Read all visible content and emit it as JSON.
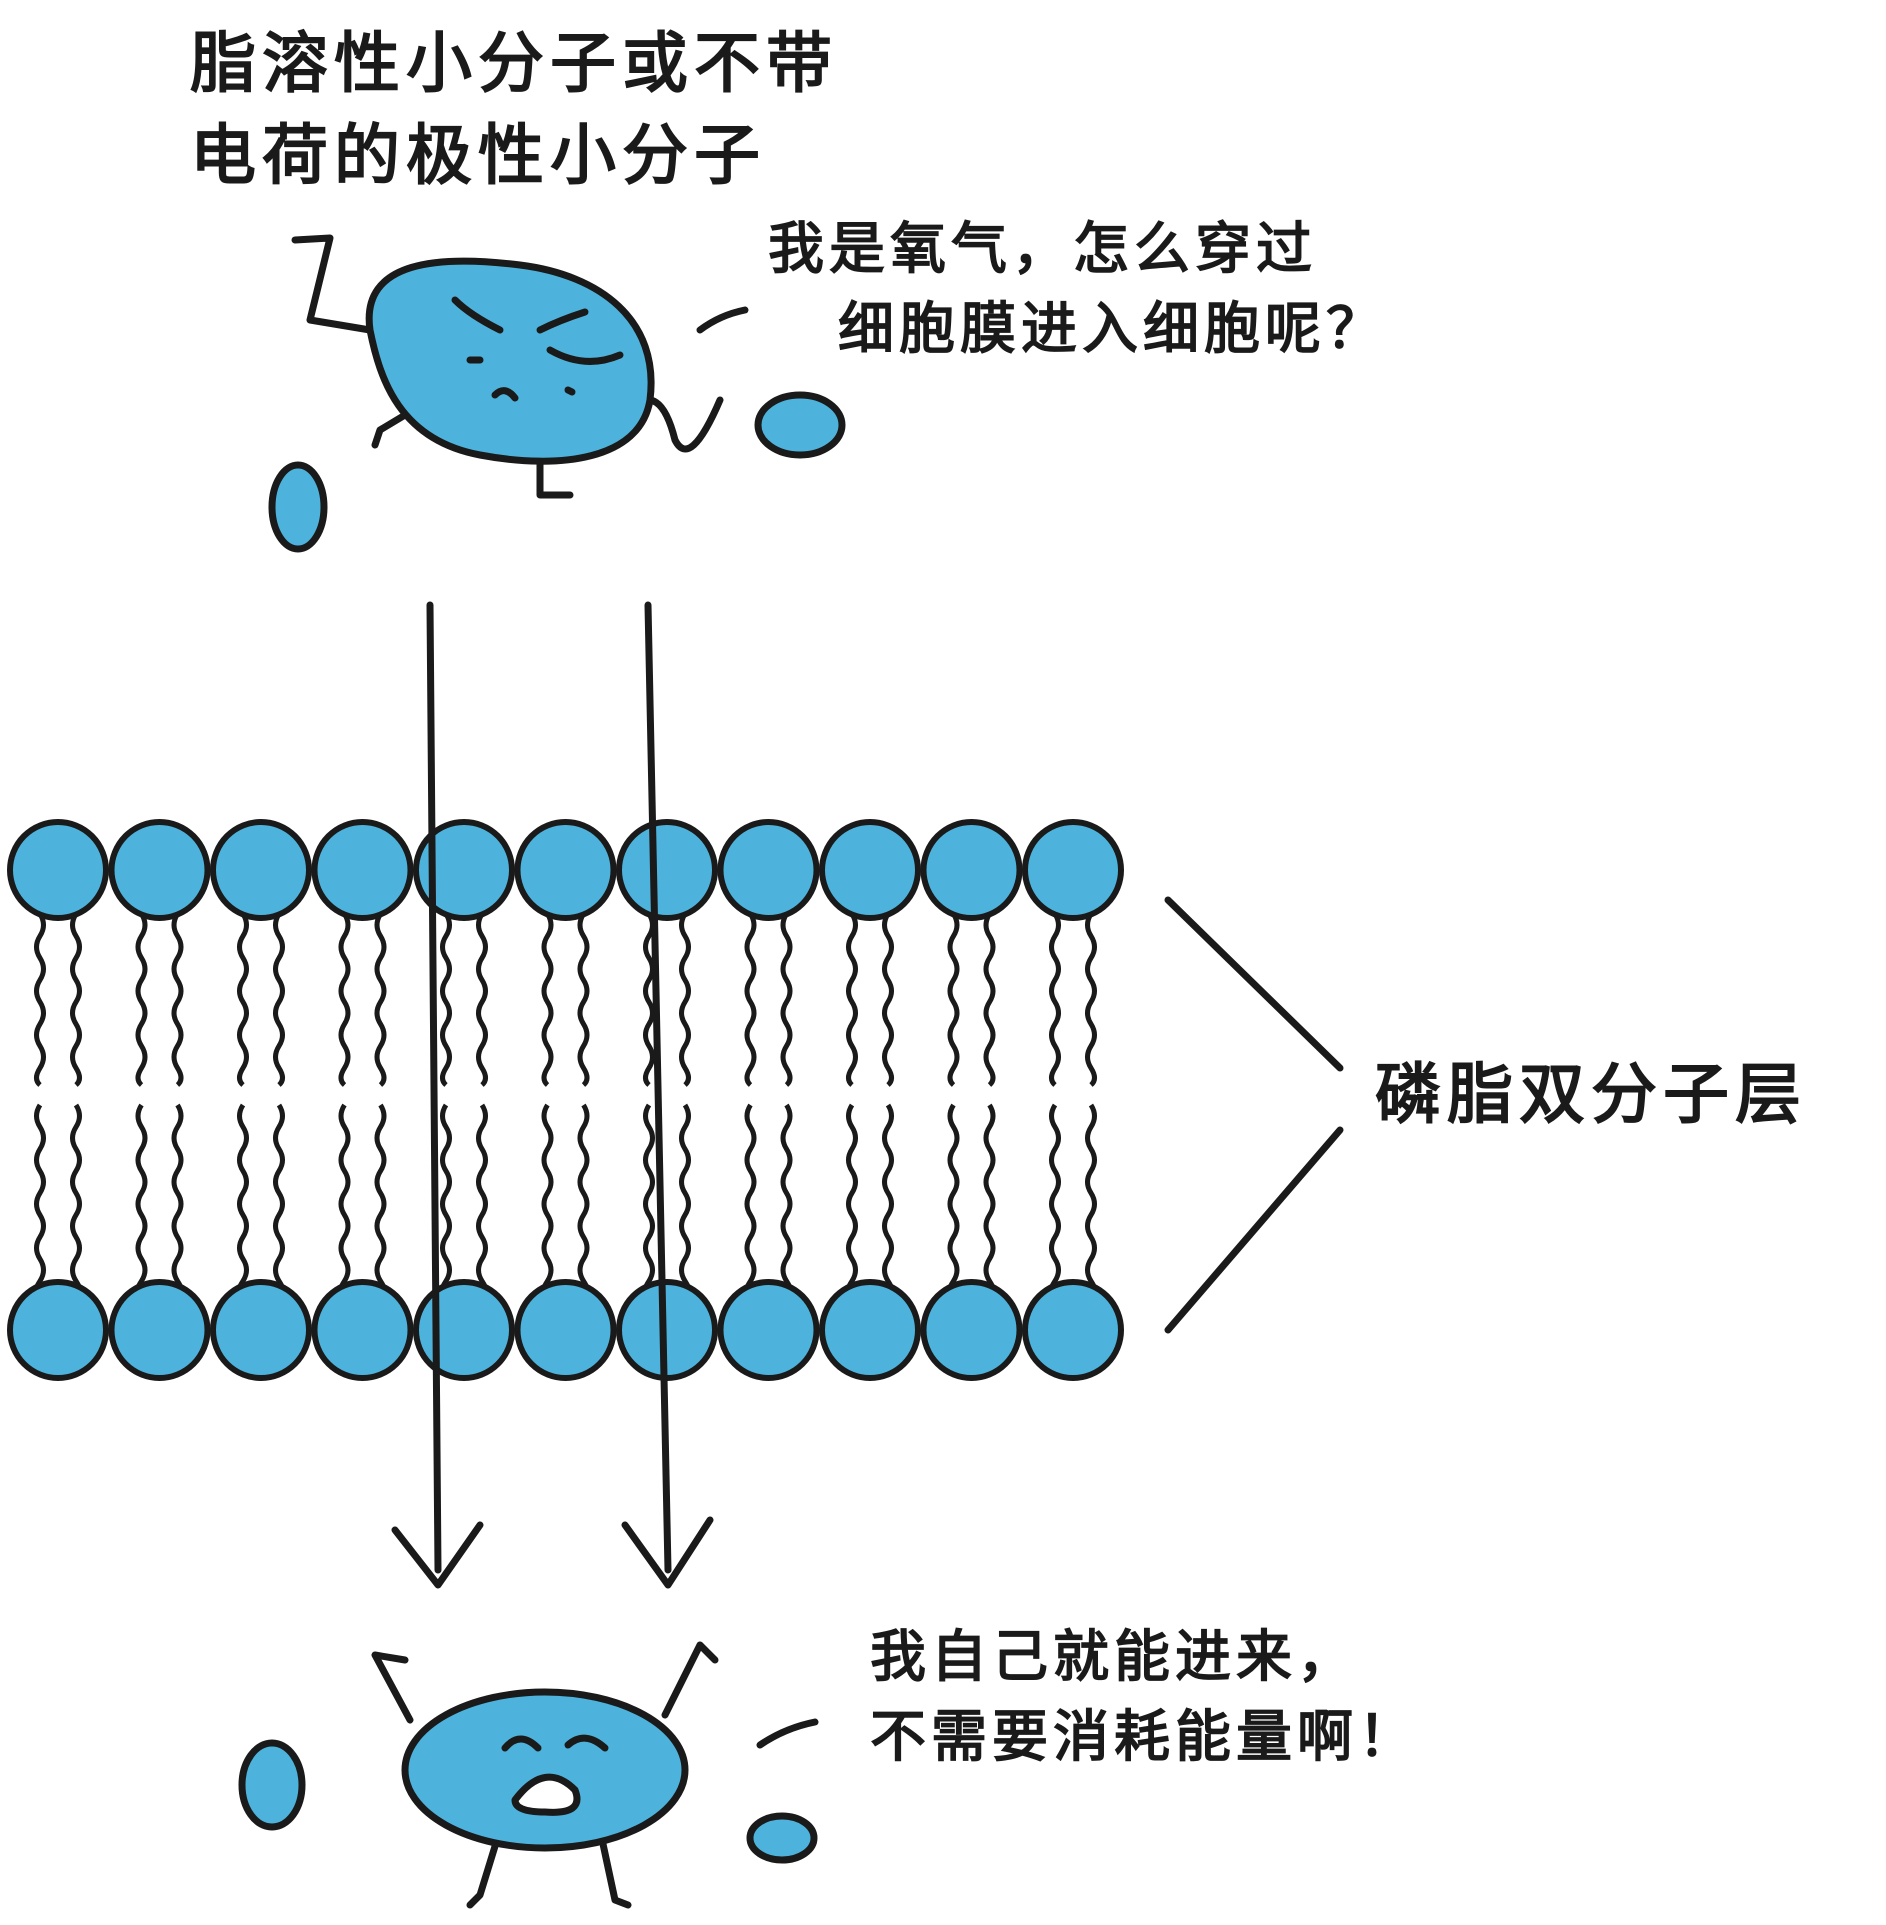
{
  "heading": {
    "line1": "脂溶性小分子或不带",
    "line2": "电荷的极性小分子"
  },
  "speech_top": {
    "line1": "我是氧气，怎么穿过",
    "line2": "细胞膜进入细胞呢？"
  },
  "speech_bottom": {
    "line1": "我自己就能进来，",
    "line2": "不需要消耗能量啊！"
  },
  "membrane_label": "磷脂双分子层",
  "colors": {
    "head_fill": "#4db3dc",
    "outline": "#1a1a1a",
    "background": "#ffffff"
  },
  "icons": [
    "oxygen-molecule-worried-icon",
    "oxygen-molecule-happy-icon",
    "phospholipid-icon",
    "arrow-down-icon"
  ]
}
